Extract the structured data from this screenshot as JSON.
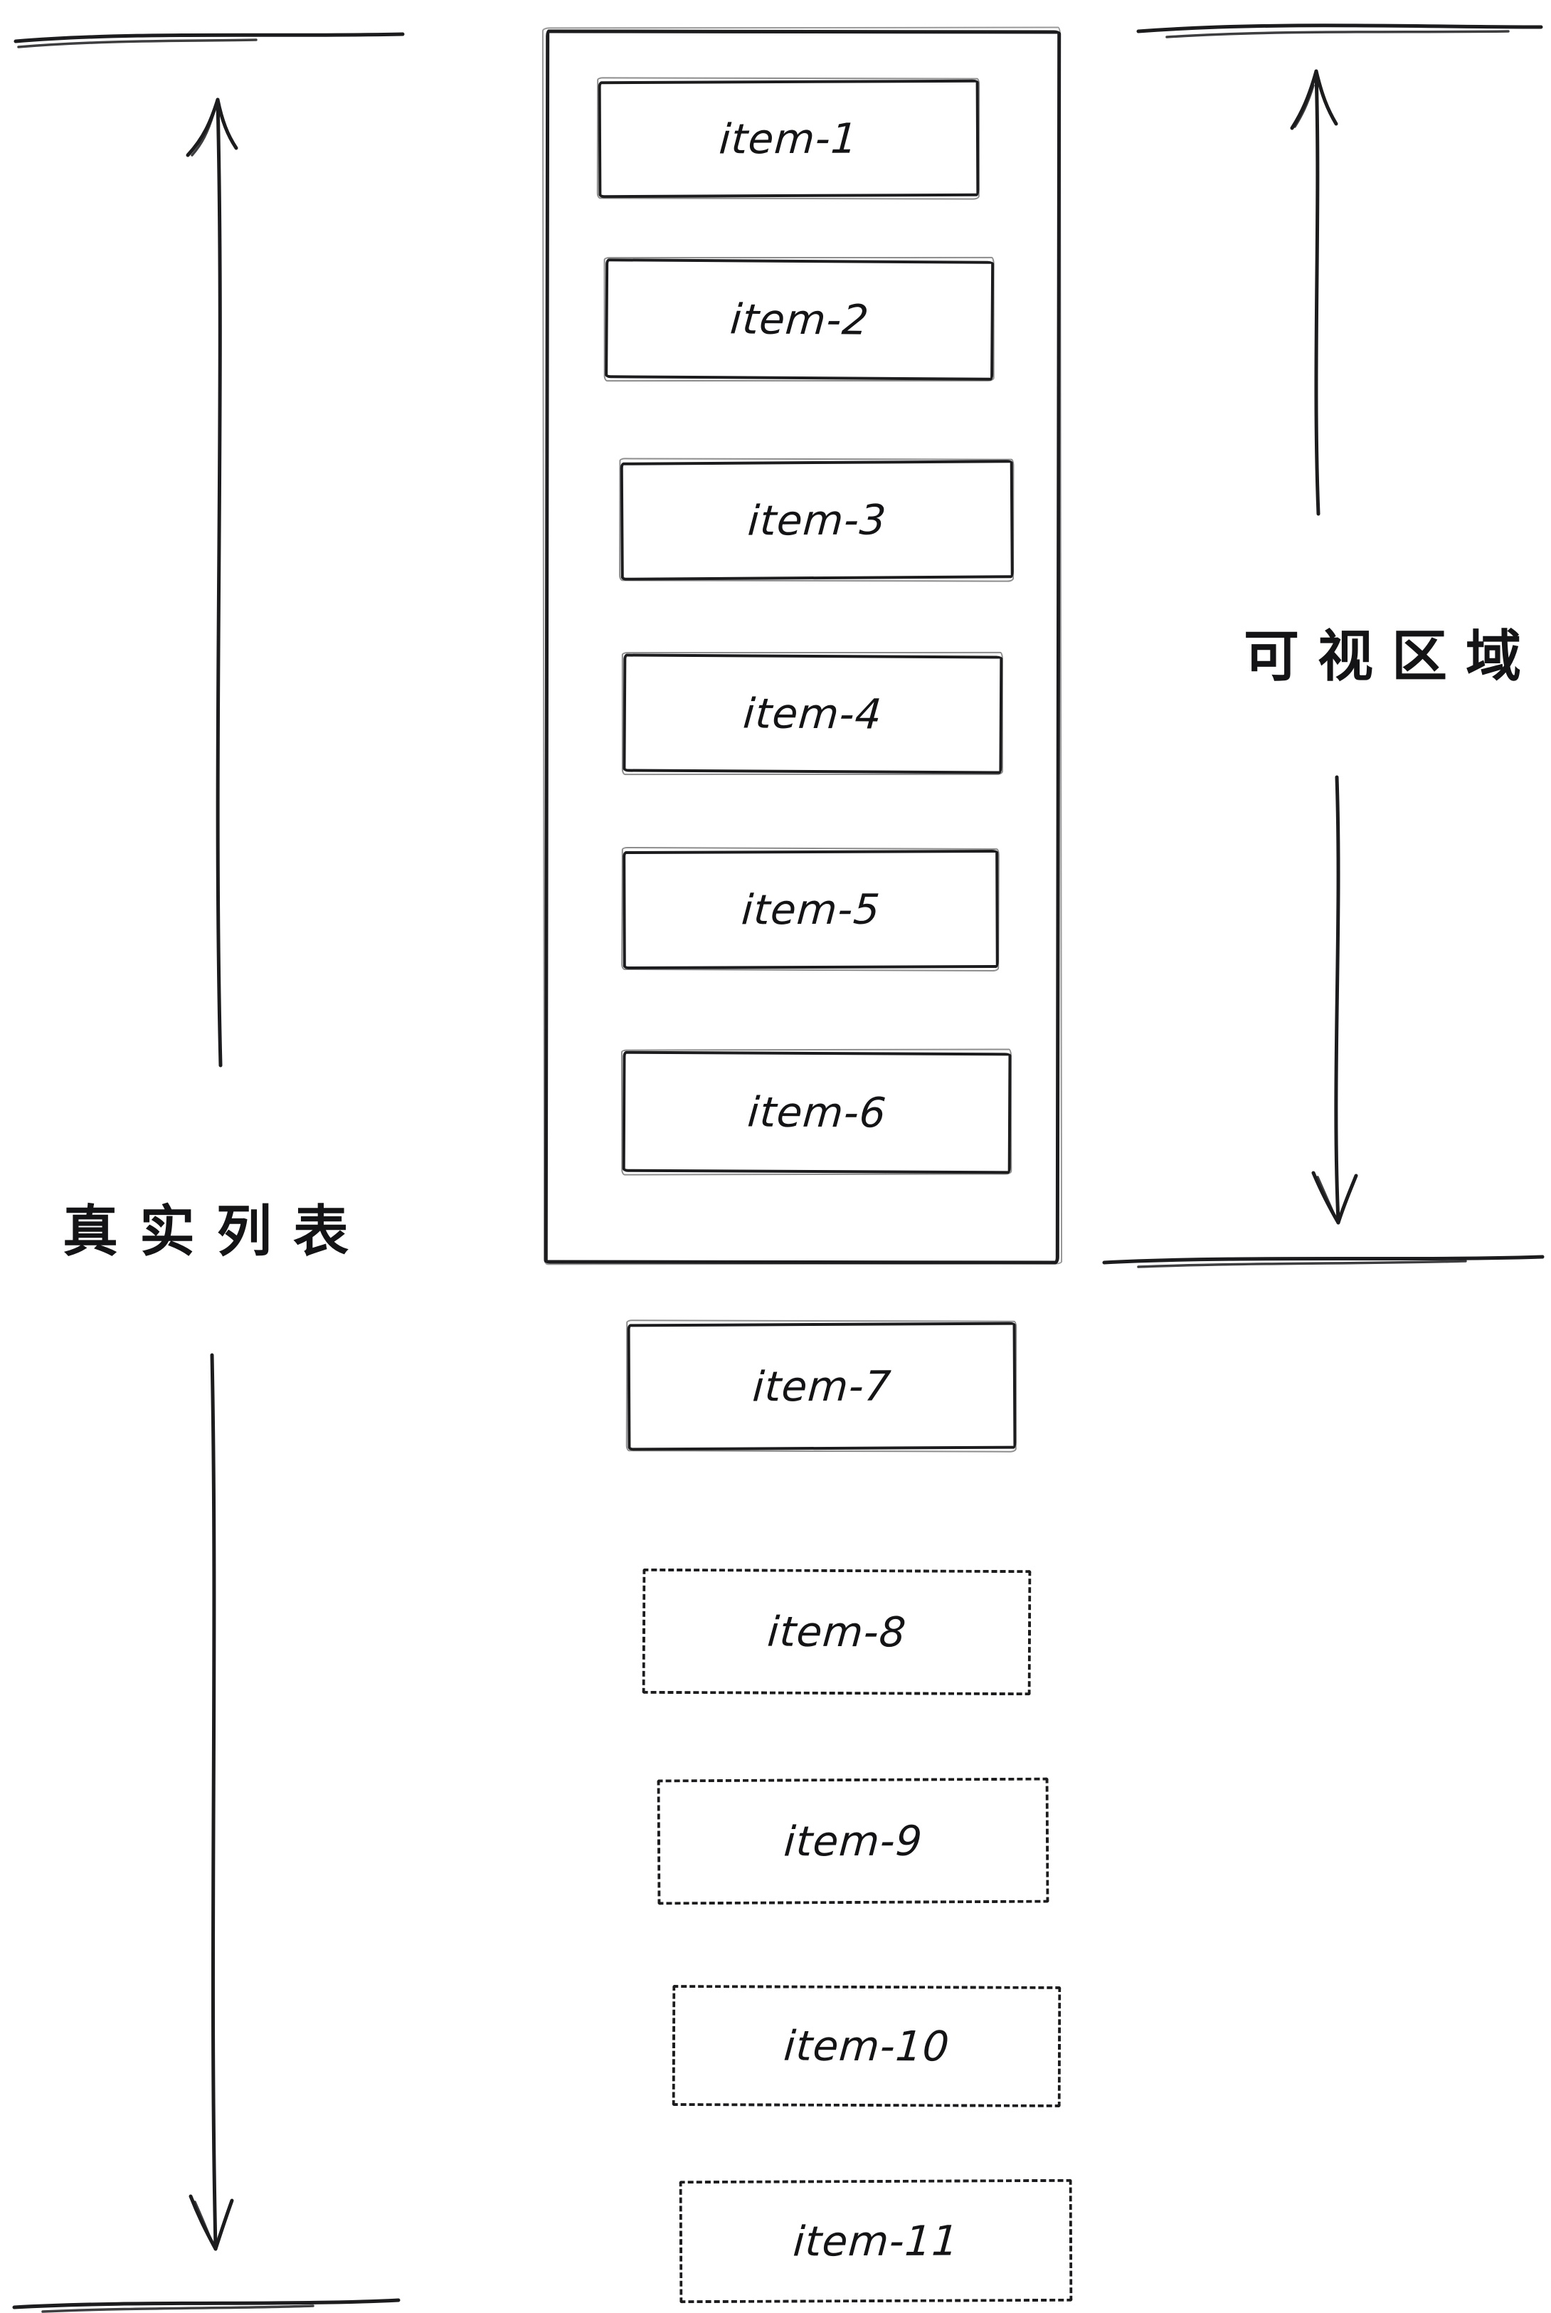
{
  "labels": {
    "real_list": "真实列表",
    "viewport": "可视区域"
  },
  "items": [
    "item-1",
    "item-2",
    "item-3",
    "item-4",
    "item-5",
    "item-6",
    "item-7",
    "item-8",
    "item-9",
    "item-10",
    "item-11"
  ],
  "structure": {
    "viewport_items": [
      "item-1",
      "item-2",
      "item-3",
      "item-4",
      "item-5",
      "item-6"
    ],
    "rendered_outside_viewport": [
      "item-7"
    ],
    "placeholder_items": [
      "item-8",
      "item-9",
      "item-10",
      "item-11"
    ]
  },
  "colors": {
    "ink": "#1c1c1e",
    "background": "#ffffff"
  }
}
